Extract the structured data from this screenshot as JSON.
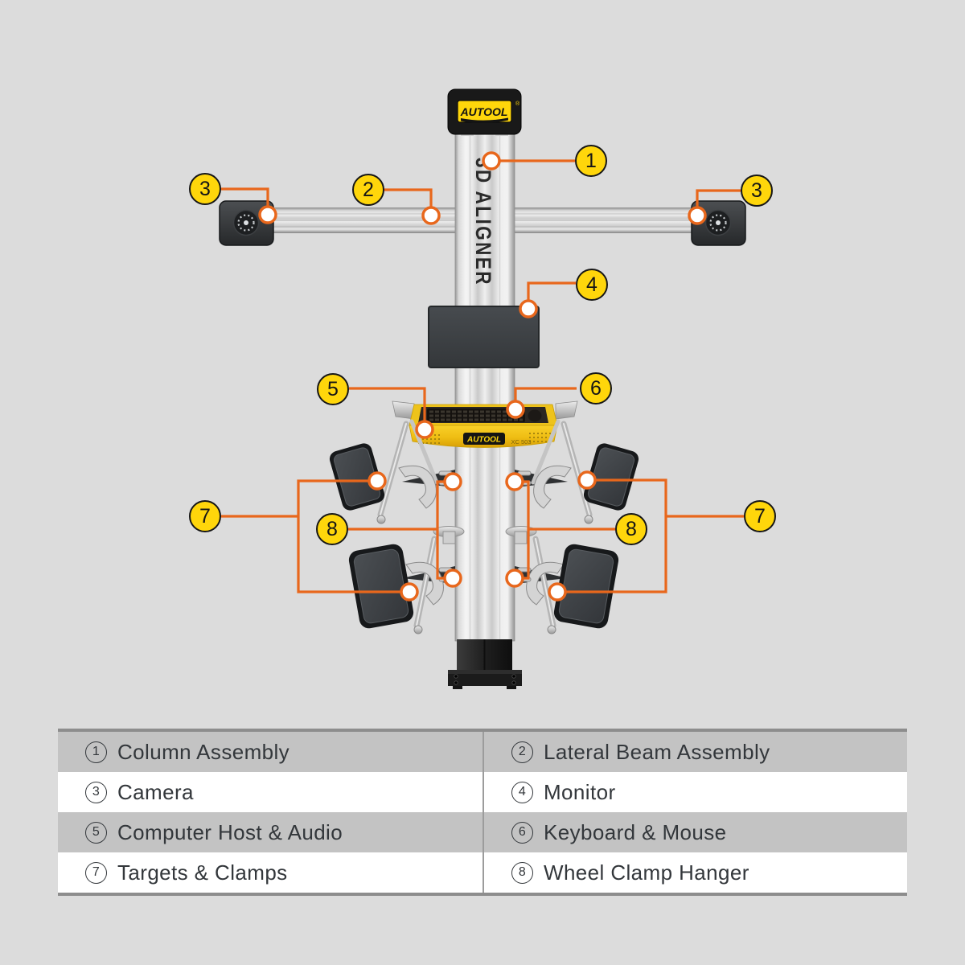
{
  "background_color": "#dcdcdc",
  "accent": {
    "callout_yellow": "#FFD60B",
    "line_orange": "#E8671C"
  },
  "machine": {
    "top_logo": "AUTOOL",
    "top_logo_mark": "®",
    "column_label": "3D ALIGNER",
    "tray_logo": "AUTOOL",
    "tray_model": "XC 503"
  },
  "callouts": [
    {
      "n": "1"
    },
    {
      "n": "2"
    },
    {
      "n": "3"
    },
    {
      "n": "3"
    },
    {
      "n": "4"
    },
    {
      "n": "5"
    },
    {
      "n": "6"
    },
    {
      "n": "7"
    },
    {
      "n": "7"
    },
    {
      "n": "8"
    },
    {
      "n": "8"
    }
  ],
  "legend": {
    "items": [
      {
        "number": "1",
        "label": "Column Assembly"
      },
      {
        "number": "2",
        "label": "Lateral Beam Assembly"
      },
      {
        "number": "3",
        "label": "Camera"
      },
      {
        "number": "4",
        "label": "Monitor"
      },
      {
        "number": "5",
        "label": "Computer Host & Audio"
      },
      {
        "number": "6",
        "label": "Keyboard & Mouse"
      },
      {
        "number": "7",
        "label": "Targets & Clamps"
      },
      {
        "number": "8",
        "label": "Wheel Clamp Hanger"
      }
    ]
  }
}
